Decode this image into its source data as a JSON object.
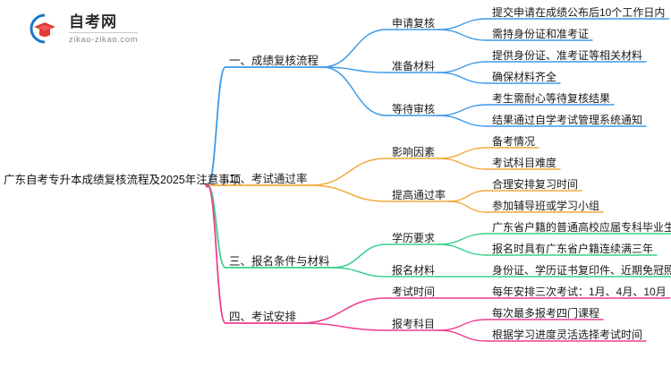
{
  "logo": {
    "title": "自考网",
    "subtitle": "zikao-zikao.com",
    "icon": "graduation-cap-logo-icon"
  },
  "mindmap": {
    "root": "广东自考专升本成绩复核流程及2025年注意事项",
    "colors": {
      "blue": "#3d9ae8",
      "orange": "#f2a93b",
      "green": "#3bcf8e",
      "pink": "#ee3d8f"
    },
    "branches": [
      {
        "label": "一、成绩复核流程",
        "color": "#3d9ae8",
        "children": [
          {
            "label": "申请复核",
            "leaves": [
              "提交申请在成绩公布后10个工作日内",
              "需持身份证和准考证"
            ]
          },
          {
            "label": "准备材料",
            "leaves": [
              "提供身份证、准考证等相关材料",
              "确保材料齐全"
            ]
          },
          {
            "label": "等待审核",
            "leaves": [
              "考生需耐心等待复核结果",
              "结果通过自学考试管理系统通知"
            ]
          }
        ]
      },
      {
        "label": "二、考试通过率",
        "color": "#f2a93b",
        "children": [
          {
            "label": "影响因素",
            "leaves": [
              "备考情况",
              "考试科目难度"
            ]
          },
          {
            "label": "提高通过率",
            "leaves": [
              "合理安排复习时间",
              "参加辅导班或学习小组"
            ]
          }
        ]
      },
      {
        "label": "三、报名条件与材料",
        "color": "#3bcf8e",
        "children": [
          {
            "label": "学历要求",
            "leaves": [
              "广东省户籍的普通高校应届专科毕业生",
              "报名时具有广东省户籍连续满三年"
            ]
          },
          {
            "label": "报名材料",
            "leaves": [
              "身份证、学历证书复印件、近期免冠照片"
            ]
          }
        ]
      },
      {
        "label": "四、考试安排",
        "color": "#ee3d8f",
        "children": [
          {
            "label": "考试时间",
            "leaves": [
              "每年安排三次考试：1月、4月、10月"
            ]
          },
          {
            "label": "报考科目",
            "leaves": [
              "每次最多报考四门课程",
              "根据学习进度灵活选择考试时间"
            ]
          }
        ]
      }
    ]
  }
}
